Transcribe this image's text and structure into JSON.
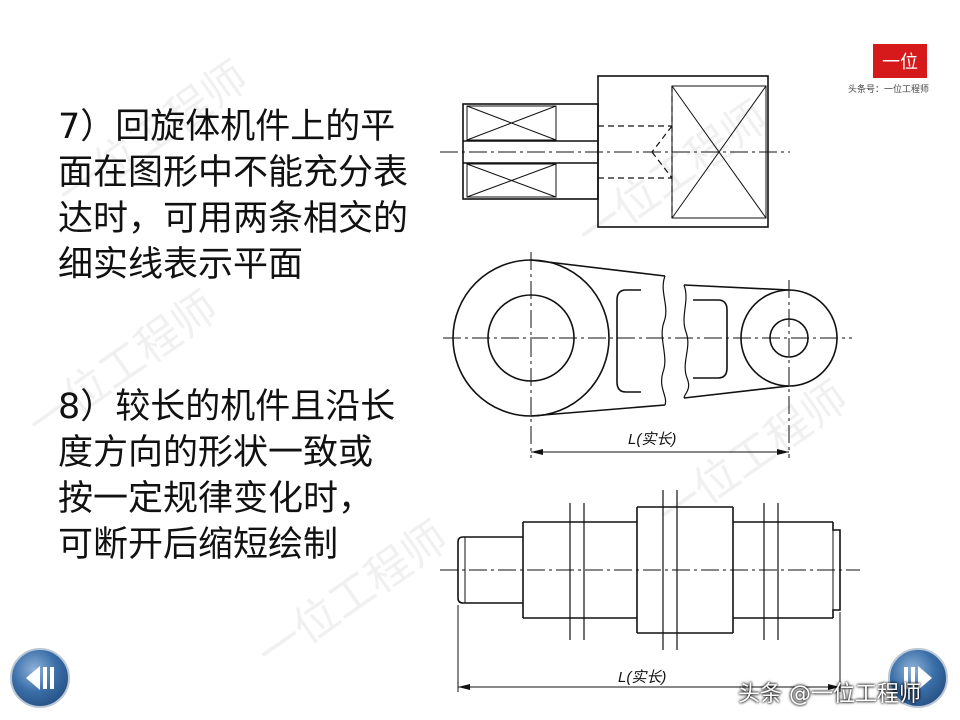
{
  "section7": {
    "lines": [
      "7）回旋体机件上的平",
      "面在图形中不能充分表",
      "达时，可用两条相交的",
      "细实线表示平面"
    ]
  },
  "section8": {
    "lines": [
      "8）较长的机件且沿长",
      "度方向的形状一致或",
      "按一定规律变化时，",
      "可断开后缩短绘制"
    ]
  },
  "drawing_labels": {
    "dim_link": "L(实长)",
    "dim_shaft": "L(实长)"
  },
  "logo": {
    "text": "一位",
    "caption": "头条号：一位工程师"
  },
  "watermark_text": "一位工程师",
  "footer_credit": "头条 @一位工程师",
  "nav": {
    "prev_icon": "skip-back-icon",
    "next_icon": "skip-forward-icon"
  }
}
